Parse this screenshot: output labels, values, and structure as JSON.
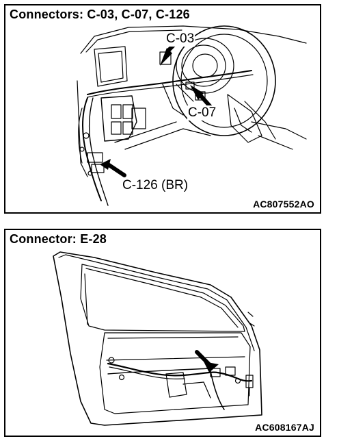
{
  "panel1": {
    "title": "Connectors: C-03, C-07, C-126",
    "labels": {
      "c03": "C-03",
      "c07": "C-07",
      "c126": "C-126 (BR)"
    },
    "code": "AC807552AO"
  },
  "panel2": {
    "title": "Connector: E-28",
    "code": "AC608167AJ"
  }
}
